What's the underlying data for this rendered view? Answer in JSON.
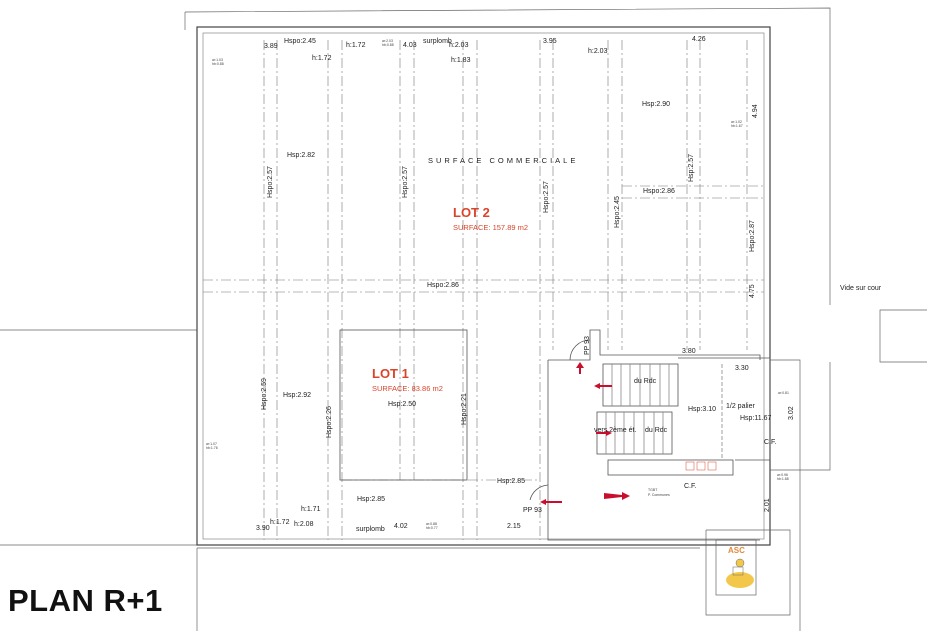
{
  "title": "PLAN R+1",
  "heading": "SURFACE COMMERCIALE",
  "lots": [
    {
      "name": "LOT 2",
      "surface": "SURFACE: 157.89 m2"
    },
    {
      "name": "LOT 1",
      "surface": "SURFACE: 83.86 m2"
    }
  ],
  "outside": "Vide sur cour",
  "elevator": "ASC",
  "labels": {
    "a1": "Hspo:2.45",
    "a2": "3.89",
    "a3": "h:1.72",
    "a4": "h:1.72",
    "a5": "4.03",
    "a6": "surplomb",
    "a7": "h:2.03",
    "a8": "h:1.83",
    "a9": "3.95",
    "a10": "h:2.03",
    "a11": "4.26",
    "a12": "Hsp:2.90",
    "a13": "4.94",
    "a14": "Hsp:2.82",
    "a15": "Hspo:2.57",
    "a16": "Hspo:2.57",
    "a17": "Hspo:2.57",
    "a18": "Hspo:2.45",
    "a19": "Hsp:2.57",
    "a20": "Hspo:2.86",
    "a21": "Hspo:2.87",
    "a22": "4.75",
    "a23": "Hspo:2.86",
    "a24": "PP 93",
    "a25": "3.80",
    "a26": "3.30",
    "a27": "du Rdc",
    "a28": "Hsp:2.92",
    "a29": "Hspo:2.59",
    "a30": "Hsp:2.50",
    "a31": "Hspo:2.21",
    "a32": "Hspo:2.26",
    "a33": "Hsp:3.10",
    "a34": "1/2 palier",
    "a35": "Hsp:11.67",
    "a36": "3.02",
    "a37": "vers 2ème ét.",
    "a38": "du Rdc",
    "a39": "C.F.",
    "a40": "C.F.",
    "a41": "TGBT",
    "a42": "P. Communes",
    "a43": "Hsp:2.85",
    "a44": "Hsp:2.85",
    "a45": "h:1.71",
    "a46": "h:1.72",
    "a47": "h:2.08",
    "a48": "3.90",
    "a49": "surplomb",
    "a50": "4.02",
    "a51": "PP 93",
    "a52": "2.15",
    "a53": "2.01",
    "s1": "ar:1.03 hb:0.88",
    "s2": "ar:2.03 hb:0.88",
    "s3": "ar:1.02 hb:1.67",
    "s4": "ar:1.07 hb:1.76",
    "s5": "ar:0.81",
    "s6": "ar:0.96 hb:1.88",
    "s7": "ar:0.88 hb:0.77"
  },
  "colors": {
    "accent": "#d9452a",
    "line": "#555555",
    "arrow": "#c8102e"
  }
}
